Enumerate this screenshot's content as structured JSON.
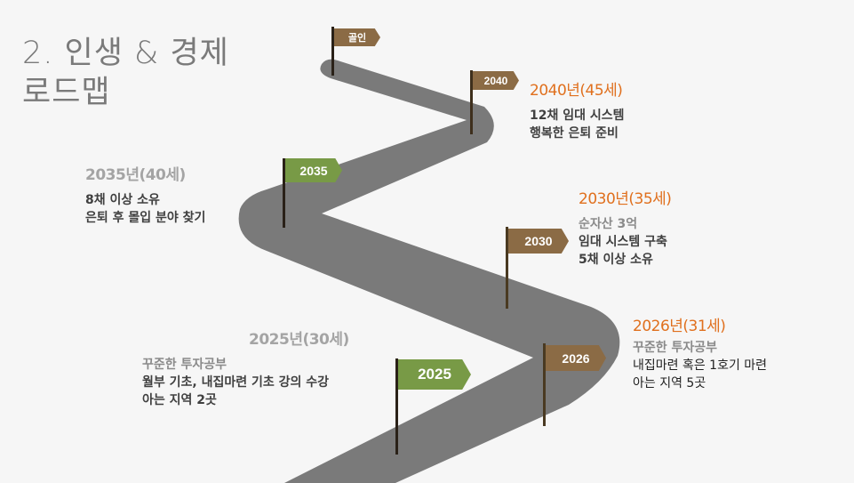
{
  "title": {
    "line1": "2. 인생 & 경제",
    "line2": "로드맵"
  },
  "colors": {
    "road": "#7a7a7a",
    "flag_brown": "#8b6b45",
    "flag_green": "#789a46",
    "accent_orange": "#e0701e",
    "header_gray": "#a4a4a4"
  },
  "flags": {
    "goal": "골인",
    "f2040": "2040",
    "f2035": "2035",
    "f2030": "2030",
    "f2026": "2026",
    "f2025": "2025"
  },
  "milestones": {
    "m2040": {
      "header": "2040년(45세)",
      "lines": [
        "12채 임대 시스템",
        "행복한 은퇴 준비"
      ]
    },
    "m2035": {
      "header": "2035년(40세)",
      "lines": [
        "8채 이상 소유",
        "은퇴 후 몰입 분야 찾기"
      ]
    },
    "m2030": {
      "header": "2030년(35세)",
      "lines": [
        "순자산 3억",
        "임대 시스템 구축",
        "5채 이상 소유"
      ]
    },
    "m2026": {
      "header": "2026년(31세)",
      "lines": [
        "꾸준한 투자공부",
        "내집마련 혹은 1호기 마련",
        "아는 지역 5곳"
      ]
    },
    "m2025": {
      "header": "2025년(30세)",
      "lines": [
        "꾸준한 투자공부",
        "월부 기초, 내집마련 기초 강의 수강",
        "아는 지역 2곳"
      ]
    }
  }
}
